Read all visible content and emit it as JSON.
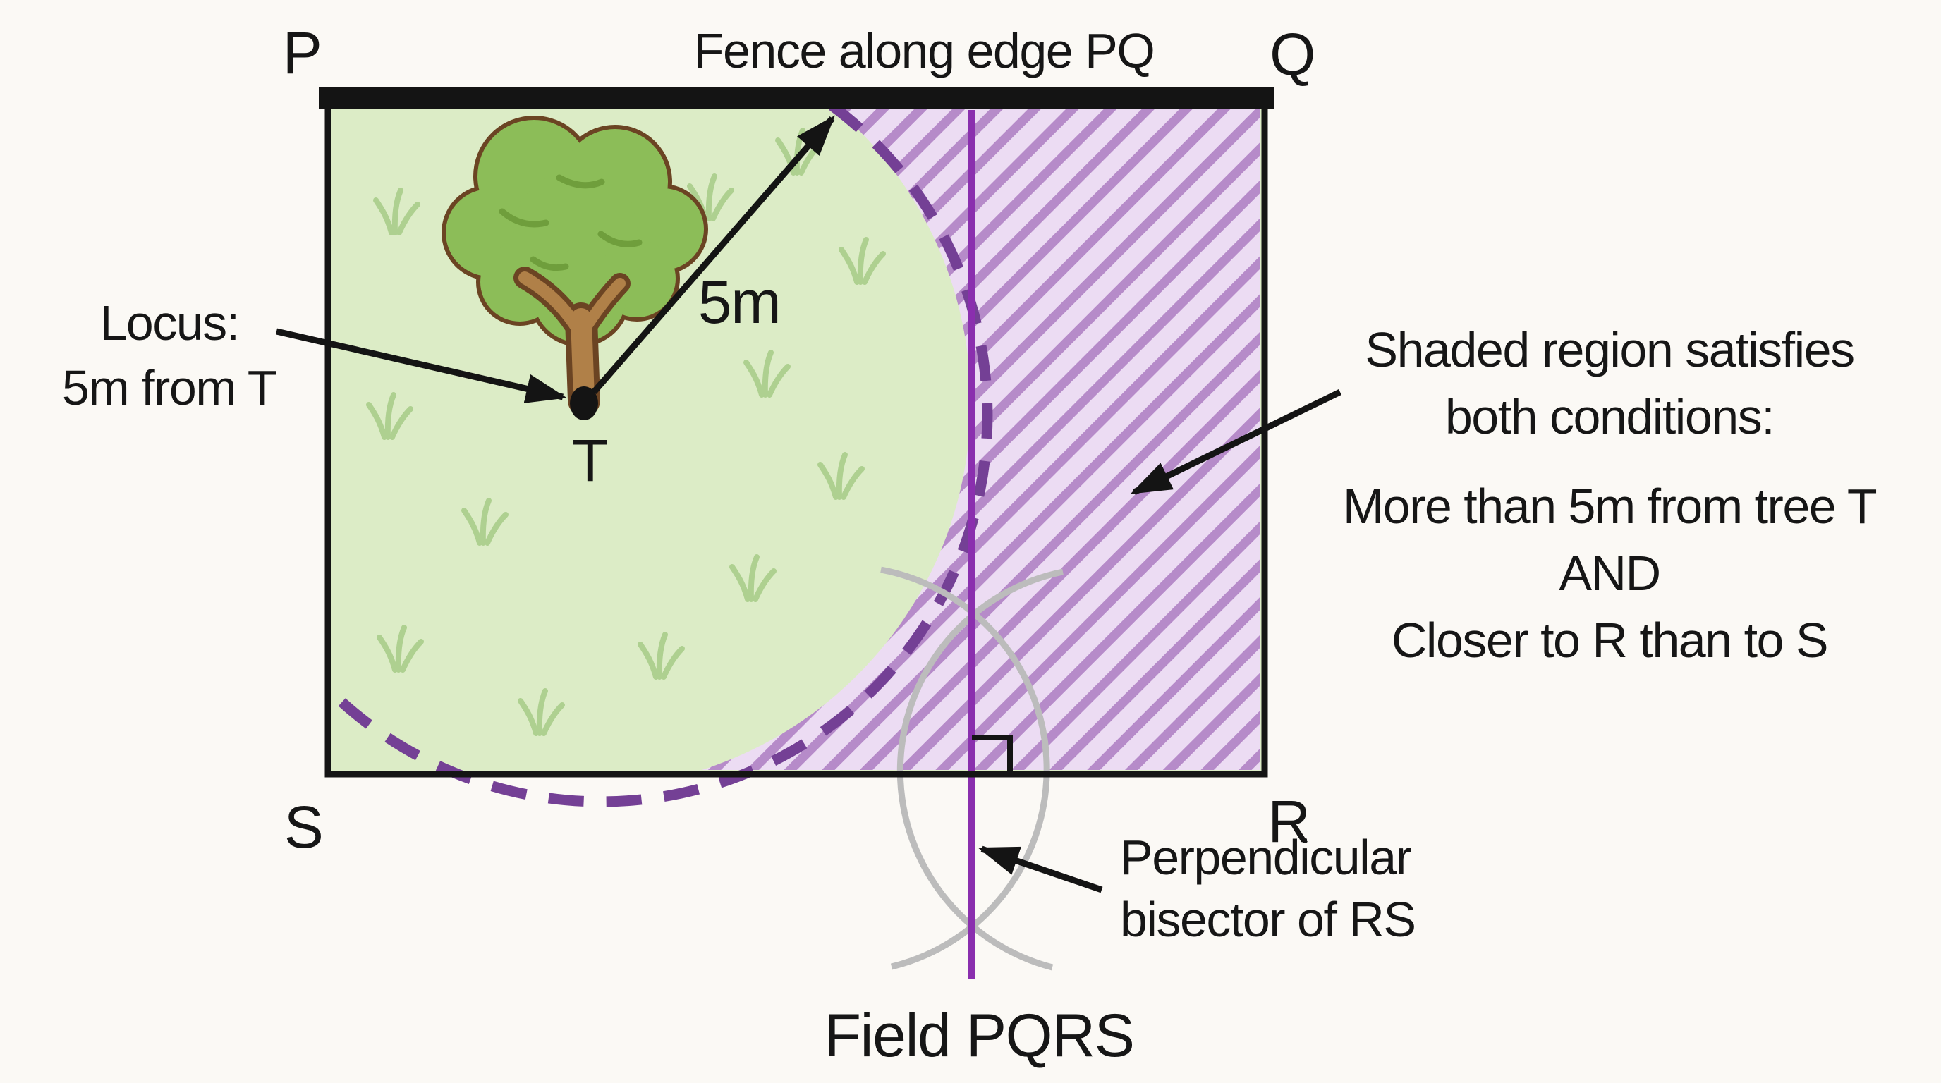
{
  "diagram": {
    "caption": "Field PQRS",
    "fence_label": "Fence along edge PQ",
    "corners": {
      "top_left": "P",
      "top_right": "Q",
      "bottom_right": "R",
      "bottom_left": "S"
    },
    "tree_point_label": "T",
    "radius_label": "5m",
    "locus_label": {
      "line1": "Locus:",
      "line2": "5m from T"
    },
    "bisector_label": {
      "line1": "Perpendicular",
      "line2": "bisector of RS"
    },
    "shaded_note": {
      "line1": "Shaded region satisfies",
      "line2": "both conditions:",
      "line3": "More than 5m from tree T",
      "line4": "AND",
      "line5": "Closer to R than to S"
    }
  },
  "colors": {
    "page_bg": "#fbf9f5",
    "text_color": "#161616",
    "outline_black": "#141414",
    "field_green": "#dcecc6",
    "grass_green": "#a9cd8a",
    "hatch_bg": "#ecdcf3",
    "hatch_stripe": "#b68bc9",
    "locus_dash": "#744095",
    "bisector_purple": "#8a2fae",
    "construction_gray": "#bcbcbc",
    "tree_crown": "#8cbd58",
    "tree_crown_shadow": "#6f9e3c",
    "tree_outline": "#6b4423",
    "tree_trunk": "#b08048"
  }
}
